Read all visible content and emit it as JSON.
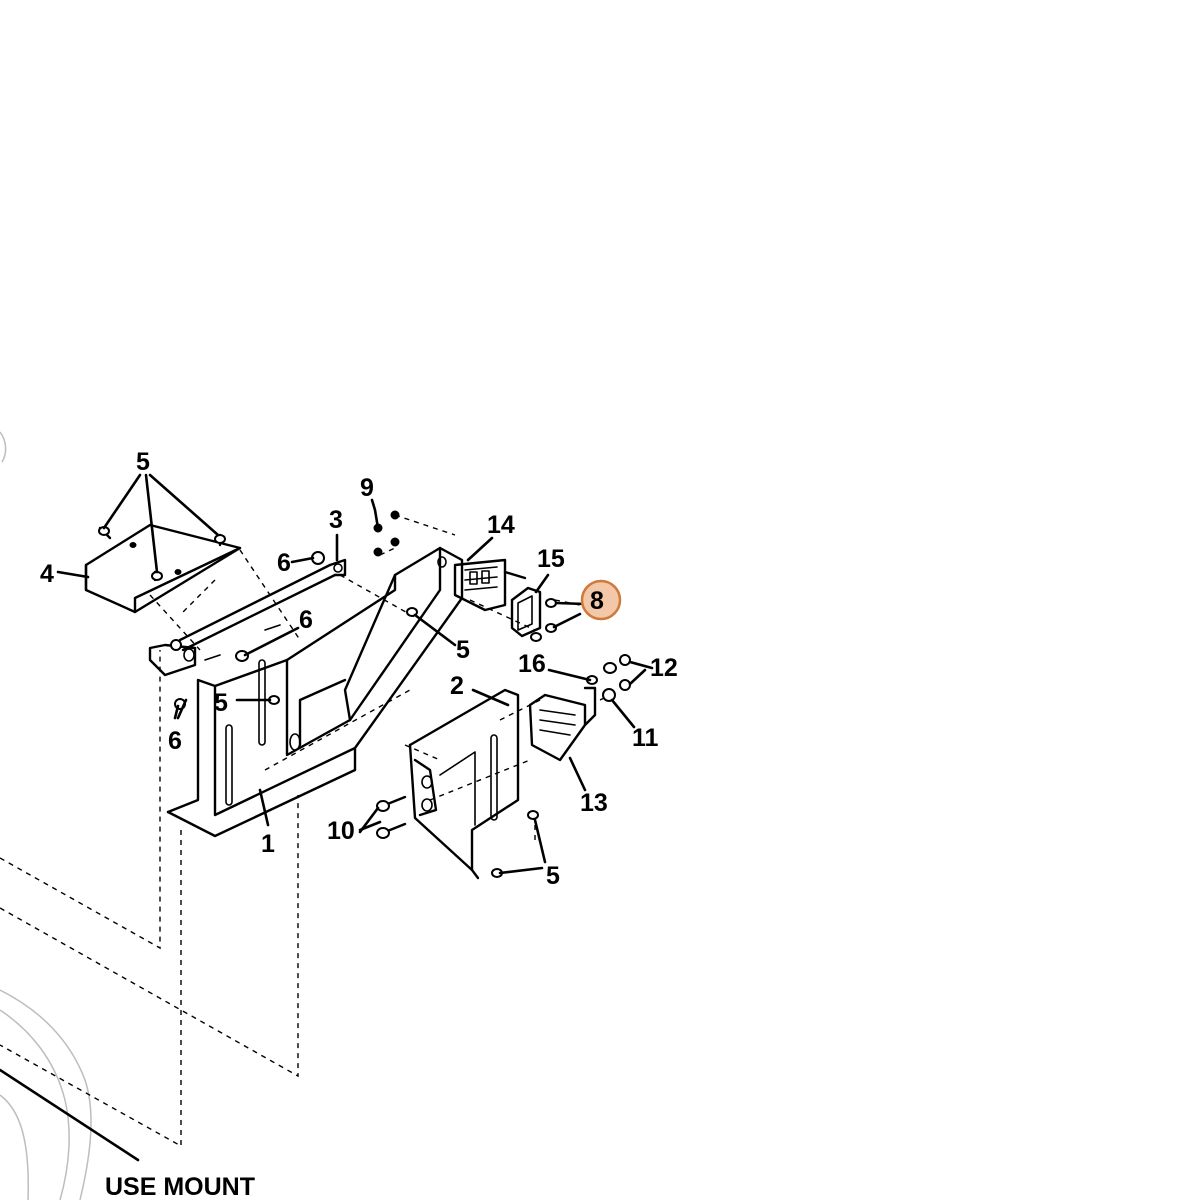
{
  "callouts": {
    "c1": "1",
    "c2": "2",
    "c3": "3",
    "c4": "4",
    "c5a": "5",
    "c5b": "5",
    "c5c": "5",
    "c5d": "5",
    "c6a": "6",
    "c6b": "6",
    "c6c": "6",
    "c8": "8",
    "c9": "9",
    "c10": "10",
    "c11": "11",
    "c12": "12",
    "c13": "13",
    "c14": "14",
    "c15": "15",
    "c16": "16"
  },
  "caption": "USE MOUNT",
  "colors": {
    "highlight_fill": "#f2c8a8",
    "highlight_stroke": "#d07a3a",
    "line": "#000000",
    "background_curve": "#bdbdbd"
  }
}
